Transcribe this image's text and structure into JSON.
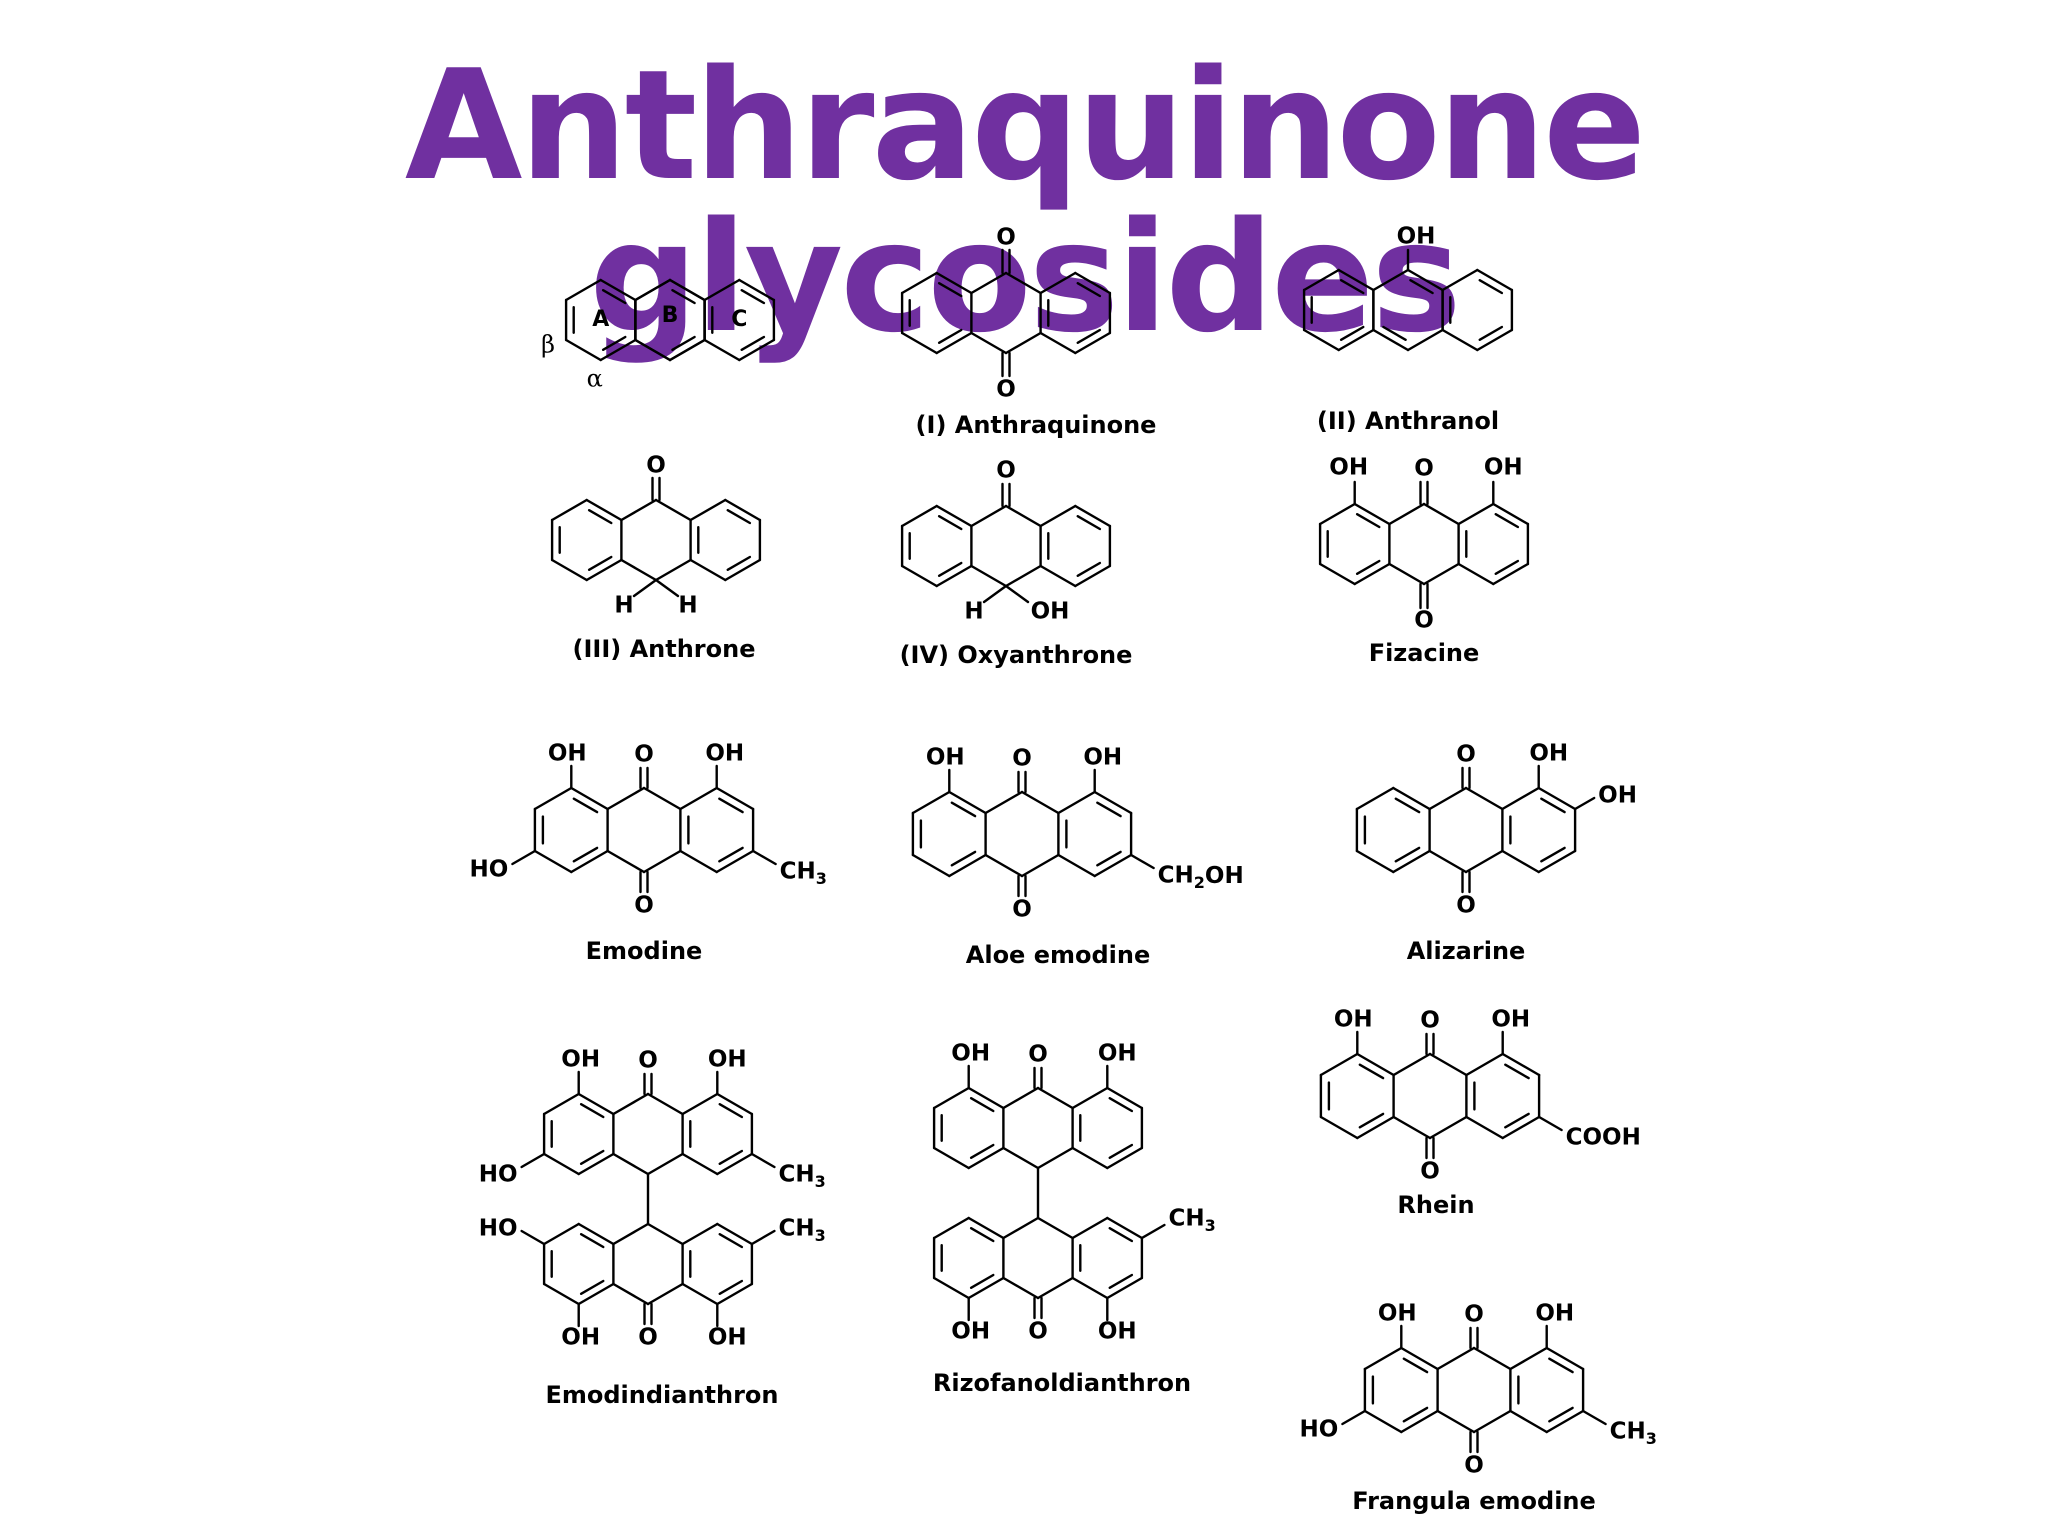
{
  "title": "Anthraquinone glycosides",
  "colors": {
    "title": "#7030a0",
    "structure": "#000000"
  },
  "ring_labels": {
    "A": "A",
    "B": "B",
    "C": "C",
    "beta": "β",
    "alpha": "α"
  },
  "compounds": [
    {
      "key": "nucleus",
      "label": ""
    },
    {
      "key": "anthraquinone",
      "label": "(I) Anthraquinone"
    },
    {
      "key": "anthranol",
      "label": "(II) Anthranol"
    },
    {
      "key": "anthrone",
      "label": "(III) Anthrone"
    },
    {
      "key": "oxyanthrone",
      "label": "(IV) Oxyanthrone"
    },
    {
      "key": "fizacine",
      "label": "Fizacine"
    },
    {
      "key": "emodine",
      "label": "Emodine"
    },
    {
      "key": "aloe-emodine",
      "label": "Aloe emodine"
    },
    {
      "key": "alizarine",
      "label": "Alizarine"
    },
    {
      "key": "emodindianthron",
      "label": "Emodindianthron"
    },
    {
      "key": "rizofanoldianthron",
      "label": "Rizofanoldianthron"
    },
    {
      "key": "rhein",
      "label": "Rhein"
    },
    {
      "key": "frangula-emodine",
      "label": "Frangula emodine"
    }
  ],
  "atoms": {
    "O": "O",
    "OH": "OH",
    "HO": "HO",
    "H": "H",
    "CH3": "CH",
    "CH3_sub": "3",
    "CH2OH_a": "CH",
    "CH2OH_sub": "2",
    "CH2OH_b": "OH",
    "COOH": "COOH"
  }
}
